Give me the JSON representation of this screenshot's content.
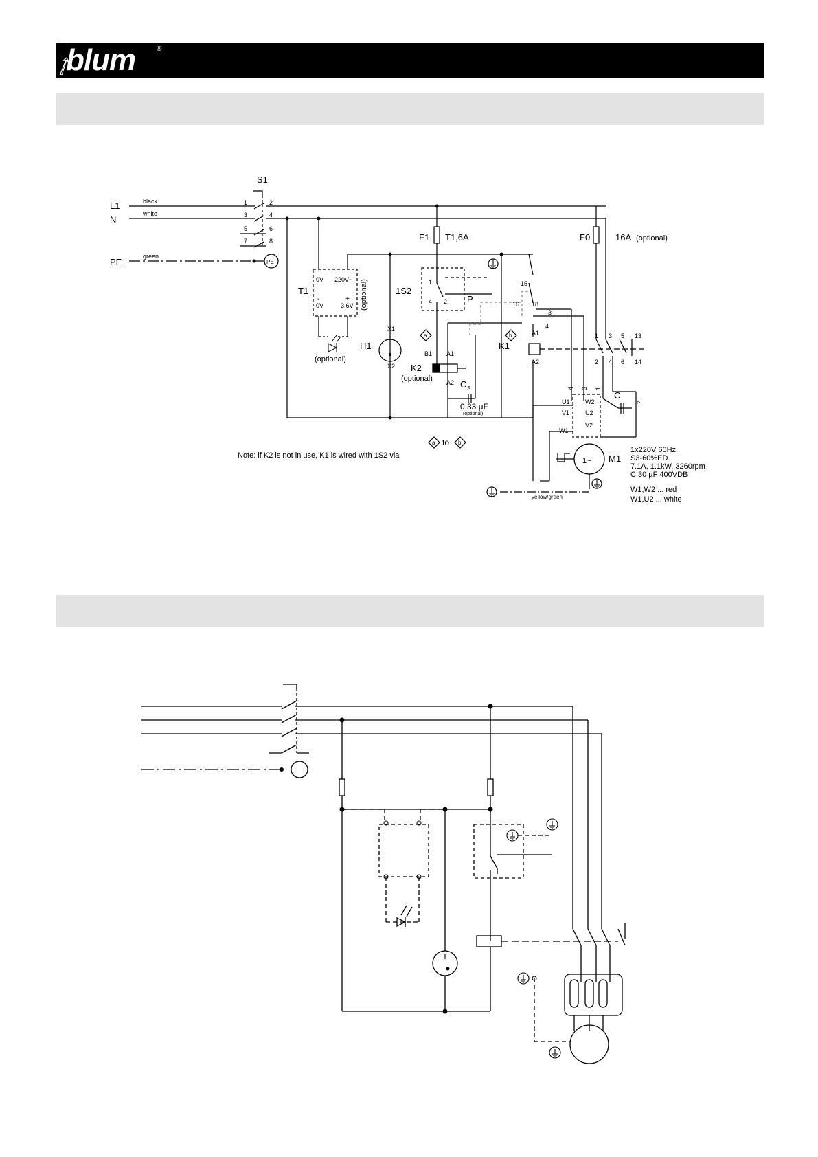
{
  "header": {
    "brand": "blum"
  },
  "diagram1": {
    "switch": "S1",
    "lines": {
      "L1": "L1",
      "N": "N",
      "PE": "PE"
    },
    "wire_colors": {
      "black": "black",
      "white": "white",
      "green": "green",
      "yellow_green": "yellow/green"
    },
    "pe_terminal": "PE",
    "s1_pins": [
      "1",
      "2",
      "3",
      "4",
      "5",
      "6",
      "7",
      "8"
    ],
    "fuse_f1": "F1",
    "fuse_f1_rating": "T1,6A",
    "fuse_f0": "F0",
    "fuse_f0_rating": "16A",
    "optional": "(optional)",
    "transformer": "T1",
    "t1_0v_top": "0V",
    "t1_220v": "220V~",
    "t1_minus": "-",
    "t1_plus": "+",
    "t1_0v_bottom": "0V",
    "t1_3v6": "3,6V",
    "led_optional": "(optional)",
    "h1": "H1",
    "x1": "X1",
    "x2": "X2",
    "pressure_switch": "1S2",
    "s2_pin1": "1",
    "s2_pin2": "2",
    "s2_pin4": "4",
    "p_label": "P",
    "k2": "K2",
    "k2_optional": "(optional)",
    "b1": "B1",
    "a1": "A1",
    "a2": "A2",
    "cs": "C",
    "cs_sub": "S",
    "cs_value": "0.33 µF",
    "cs_optional": "(optional)",
    "k1": "K1",
    "k1_a1": "A1",
    "k1_a2": "A2",
    "pin15": "15",
    "pin16": "16",
    "pin18": "18",
    "wire3": "3",
    "wire4": "4",
    "wire4b": "4",
    "wire3b": "3",
    "wire1": "1",
    "wire2": "2",
    "contacts_top": [
      "1",
      "3",
      "5",
      "13"
    ],
    "contacts_bottom": [
      "2",
      "4",
      "6",
      "14"
    ],
    "c_label": "C",
    "motor_terms": {
      "u1": "U1",
      "v1": "V1",
      "w1": "W1",
      "w2": "W2",
      "u2": "U2",
      "v2": "V2"
    },
    "motor": "M1",
    "motor_symbol": "1~",
    "motor_specs": [
      "1x220V 60Hz,",
      "S3-60%ED",
      "7.1A, 1.1kW, 3260rpm",
      "C 30 µF 400VDB"
    ],
    "wire_legend": [
      "W1,W2 ... red",
      "W1,U2 ... white"
    ],
    "marker_a": "a",
    "marker_b": "b",
    "to": "to",
    "note": "Note: if K2 is not in use, K1 is wired with 1S2 via"
  }
}
